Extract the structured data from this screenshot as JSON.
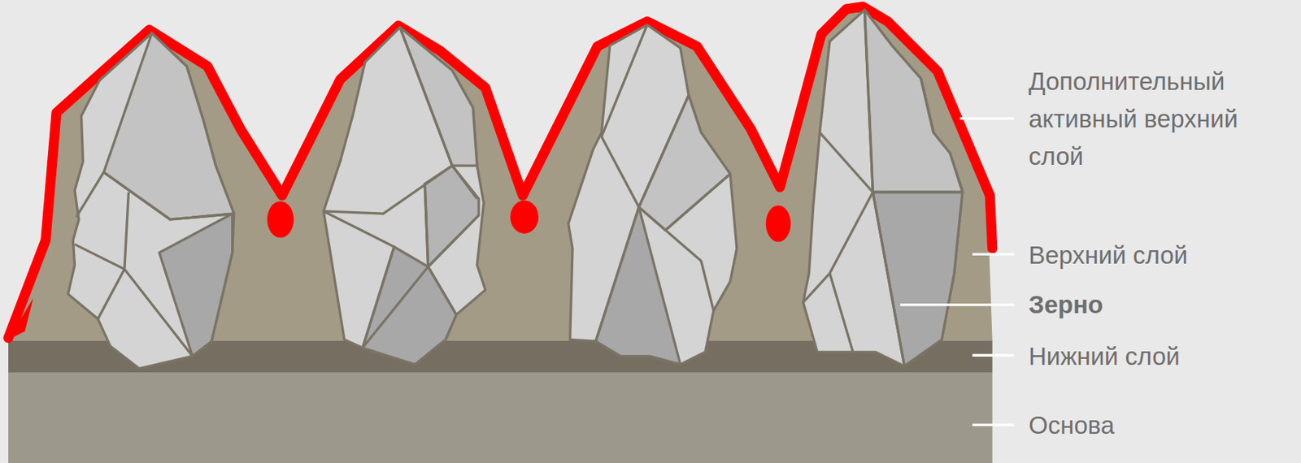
{
  "diagram": {
    "labels": [
      "Дополнительный активный верхний слой",
      "Верхний слой",
      "Зерно",
      "Нижний слой",
      "Основа"
    ]
  }
}
